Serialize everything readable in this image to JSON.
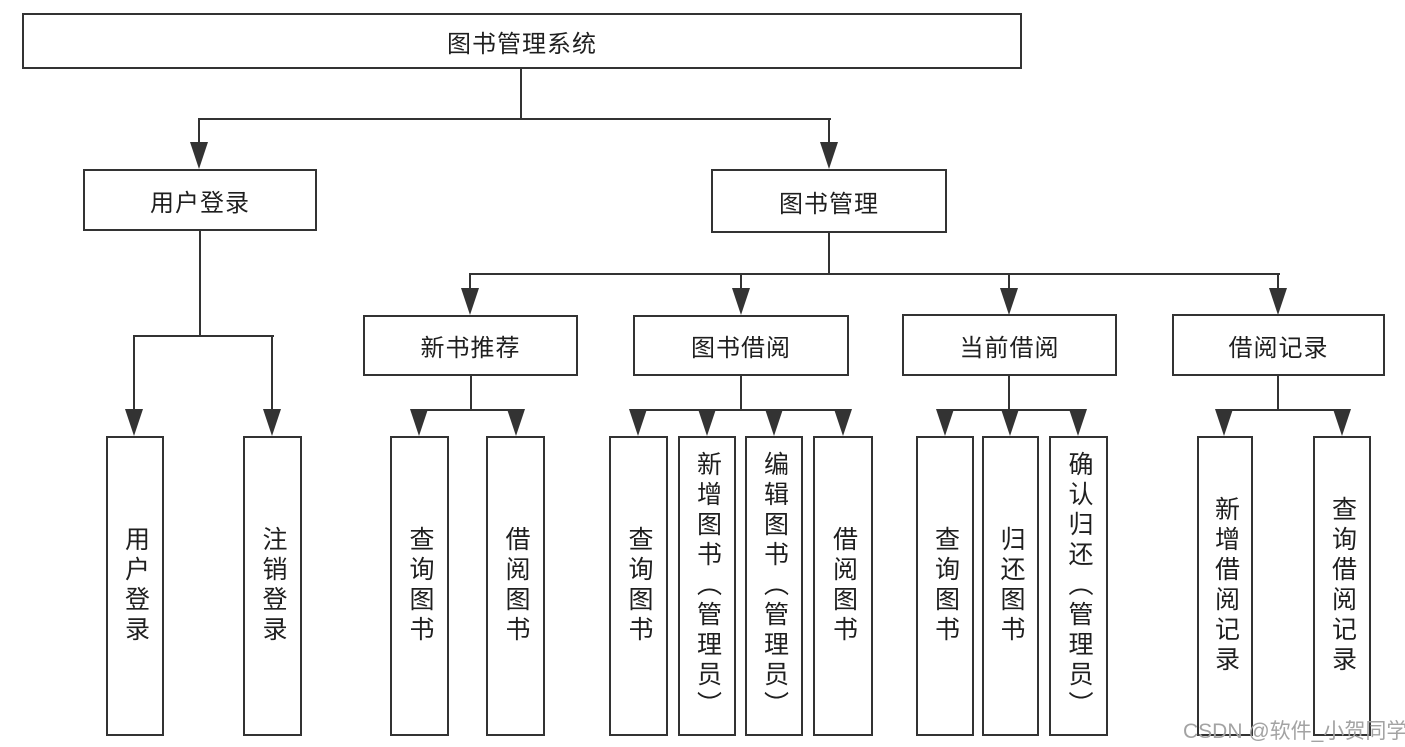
{
  "diagram_title": "图书管理系统",
  "nodes": {
    "root": {
      "label": "图书管理系统"
    },
    "user_login": {
      "label": "用户登录"
    },
    "book_mgmt": {
      "label": "图书管理"
    },
    "new_book_rec": {
      "label": "新书推荐"
    },
    "book_borrow": {
      "label": "图书借阅"
    },
    "current_borrow": {
      "label": "当前借阅"
    },
    "borrow_record": {
      "label": "借阅记录"
    },
    "leaf_user_login": {
      "label": "用户登录"
    },
    "leaf_logout": {
      "label": "注销登录"
    },
    "nb_query_book": {
      "label": "查询图书"
    },
    "nb_borrow_book": {
      "label": "借阅图书"
    },
    "bb_query_book": {
      "label": "查询图书"
    },
    "bb_add_book": {
      "label": "新增图书（管理员）"
    },
    "bb_edit_book": {
      "label": "编辑图书（管理员）"
    },
    "bb_borrow_book": {
      "label": "借阅图书"
    },
    "cb_query_book": {
      "label": "查询图书"
    },
    "cb_return_book": {
      "label": "归还图书"
    },
    "cb_confirm_return": {
      "label": "确认归还（管理员）"
    },
    "br_add_record": {
      "label": "新增借阅记录"
    },
    "br_query_record": {
      "label": "查询借阅记录"
    }
  },
  "watermark": "CSDN @软件_小贺同学",
  "colors": {
    "line": "#333333",
    "text": "#1f1f1f",
    "background": "#ffffff",
    "watermark": "#a3a3a3"
  }
}
